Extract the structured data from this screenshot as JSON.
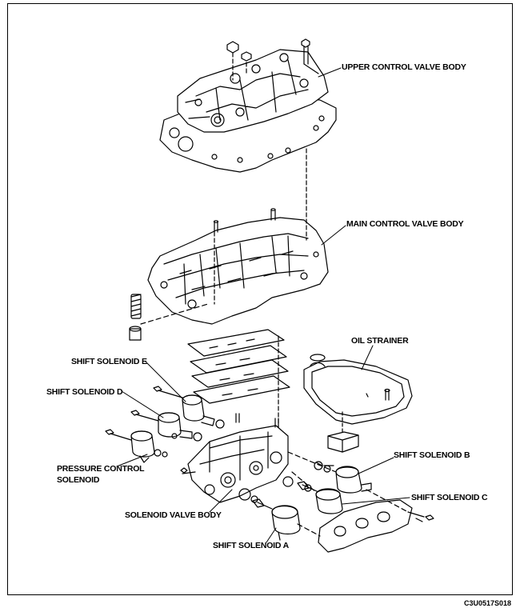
{
  "labels": {
    "upper_control_valve_body": "UPPER CONTROL VALVE BODY",
    "main_control_valve_body": "MAIN CONTROL VALVE BODY",
    "oil_strainer": "OIL STRAINER",
    "shift_solenoid_e": "SHIFT SOLENOID E",
    "shift_solenoid_d": "SHIFT SOLENOID D",
    "pressure_control_solenoid_line1": "PRESSURE CONTROL",
    "pressure_control_solenoid_line2": "SOLENOID",
    "shift_solenoid_b": "SHIFT SOLENOID B",
    "shift_solenoid_c": "SHIFT SOLENOID C",
    "solenoid_valve_body": "SOLENOID VALVE BODY",
    "shift_solenoid_a": "SHIFT SOLENOID A"
  },
  "figure_code": "C3U0517S018",
  "colors": {
    "line": "#000000",
    "paper": "#ffffff"
  }
}
